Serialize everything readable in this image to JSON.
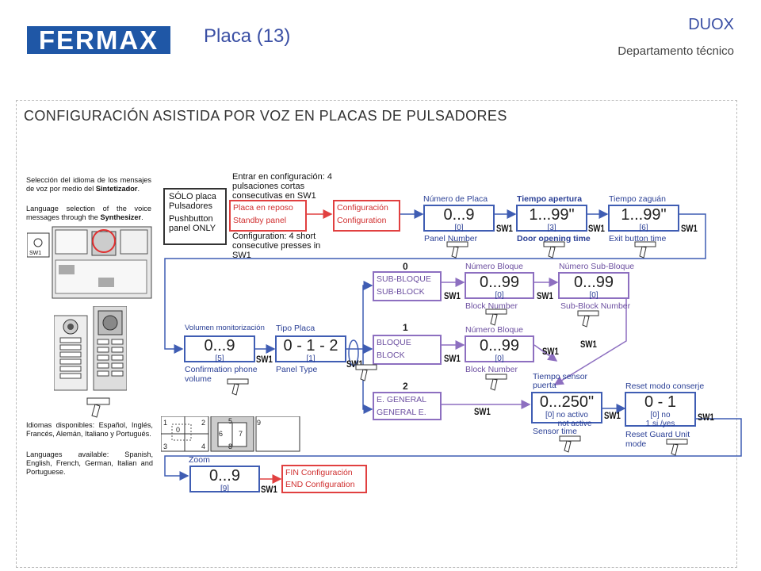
{
  "header": {
    "logo": "FERMAX",
    "title": "Placa (13)",
    "brand": "DUOX",
    "department": "Departamento técnico"
  },
  "section_title": "CONFIGURACIÓN ASISTIDA POR VOZ EN PLACAS DE PULSADORES",
  "sidebar": {
    "text_es_1": "Selección del idioma de los mensajes de voz por medio del",
    "text_es_1_bold": "Sintetizador",
    "text_en_1": "Language selection of the voice messages through the",
    "text_en_1_bold": "Synthesizer",
    "sw_label": "SW1",
    "text_es_2": "Idiomas disponibles: Español, Inglés, Francés, Alemán, Italiano y Portugués.",
    "text_en_2": "Languages available: Spanish, English, French, German, Italian and Portuguese."
  },
  "zoom_grid": [
    "1",
    "2",
    "3",
    "4",
    "5",
    "6",
    "7",
    "8",
    "9",
    "0"
  ],
  "flow": {
    "enter_es": "Entrar en configuración: 4 pulsaciones cortas consecutivas en SW1",
    "enter_en": "Configuration: 4 short consecutive presses in SW1",
    "only_panel": {
      "es_1": "SÓLO placa",
      "es_2": "Pulsadores",
      "en_1": "Pushbutton",
      "en_2": "panel ONLY"
    },
    "standby": {
      "es": "Placa en reposo",
      "en": "Standby panel"
    },
    "config": {
      "es": "Configuración",
      "en": "Configuration"
    },
    "panel_number": {
      "label_es": "Número de Placa",
      "range": "0...9",
      "default": "[0]",
      "label_en": "Panel Number"
    },
    "door_time": {
      "label_es": "Tiempo apertura",
      "range": "1...99\"",
      "default": "[3]",
      "label_en": "Door opening time"
    },
    "exit_time": {
      "label_es": "Tiempo zaguán",
      "range": "1...99\"",
      "default": "[6]",
      "label_en": "Exit button time"
    },
    "volume": {
      "label_es": "Volumen monitorización",
      "range": "0...9",
      "default": "[5]",
      "label_en_1": "Confirmation phone",
      "label_en_2": "volume"
    },
    "panel_type": {
      "label_es": "Tipo Placa",
      "range": "0 - 1 - 2",
      "default": "[1]",
      "label_en": "Panel Type"
    },
    "branch_0": "0",
    "branch_1": "1",
    "branch_2": "2",
    "subblock": {
      "es": "SUB-BLOQUE",
      "en": "SUB-BLOCK"
    },
    "block_number_0": {
      "label_es": "Número Bloque",
      "range": "0...99",
      "default": "[0]",
      "label_en": "Block Number"
    },
    "subblock_number": {
      "label_es": "Número Sub-Bloque",
      "range": "0...99",
      "default": "[0]",
      "label_en": "Sub-Block Number"
    },
    "block": {
      "es": "BLOQUE",
      "en": "BLOCK"
    },
    "block_number_1": {
      "label_es": "Número Bloque",
      "range": "0...99",
      "default": "[0]",
      "label_en": "Block Number"
    },
    "general": {
      "es": "E. GENERAL",
      "en": "GENERAL E."
    },
    "sensor": {
      "label_es_1": "Tiempo sensor",
      "label_es_2": "puerta",
      "range": "0...250\"",
      "default_1": "[0] no activo",
      "default_2": "not active",
      "label_en": "Sensor time"
    },
    "reset": {
      "label_es": "Reset modo conserje",
      "range": "0 - 1",
      "default_1": "[0] no",
      "default_2": "1  si /yes",
      "label_en_1": "Reset Guard Unit",
      "label_en_2": "mode"
    },
    "zoom": {
      "label": "Zoom",
      "range": "0...9",
      "default": "[9]"
    },
    "end": {
      "es": "FIN Configuración",
      "en": "END Configuration"
    },
    "sw": "SW1"
  }
}
